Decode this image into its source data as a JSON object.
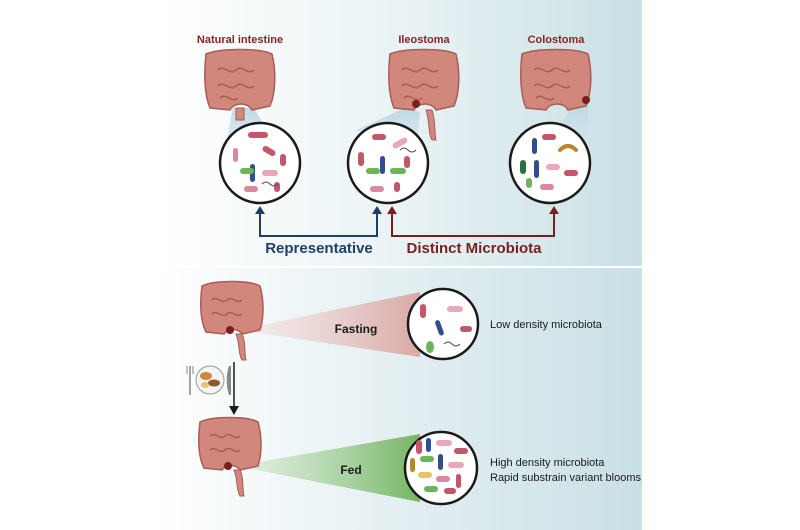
{
  "top": {
    "labels": {
      "natural": "Natural intestine",
      "ileostoma": "Ileostoma",
      "colostoma": "Colostoma"
    },
    "brackets": {
      "representative": "Representative",
      "distinct": "Distinct Microbiota"
    }
  },
  "bottom": {
    "fasting": {
      "label": "Fasting",
      "desc": "Low density microbiota"
    },
    "fed": {
      "label": "Fed",
      "desc_line1": "High density microbiota",
      "desc_line2": "Rapid substrain variant blooms"
    }
  },
  "colors": {
    "panel_top": "#d3e6ea",
    "panel_bottom": "#cfe4e8",
    "label_red": "#8b2323",
    "representative_blue": "#1f3f66",
    "distinct_red": "#7a1f1f",
    "fasting_cone": "#e6b8b4",
    "fed_cone": "#8bc57a",
    "intestine": "#d2877d",
    "intestine_dark": "#a85c55",
    "stoma": "#7a1f1f"
  },
  "icons": [
    "intestine-icon",
    "stoma-icon",
    "plate-icon",
    "fork-icon",
    "knife-icon",
    "bacteria-icon",
    "arrow-down-icon",
    "arrow-up-icon"
  ]
}
